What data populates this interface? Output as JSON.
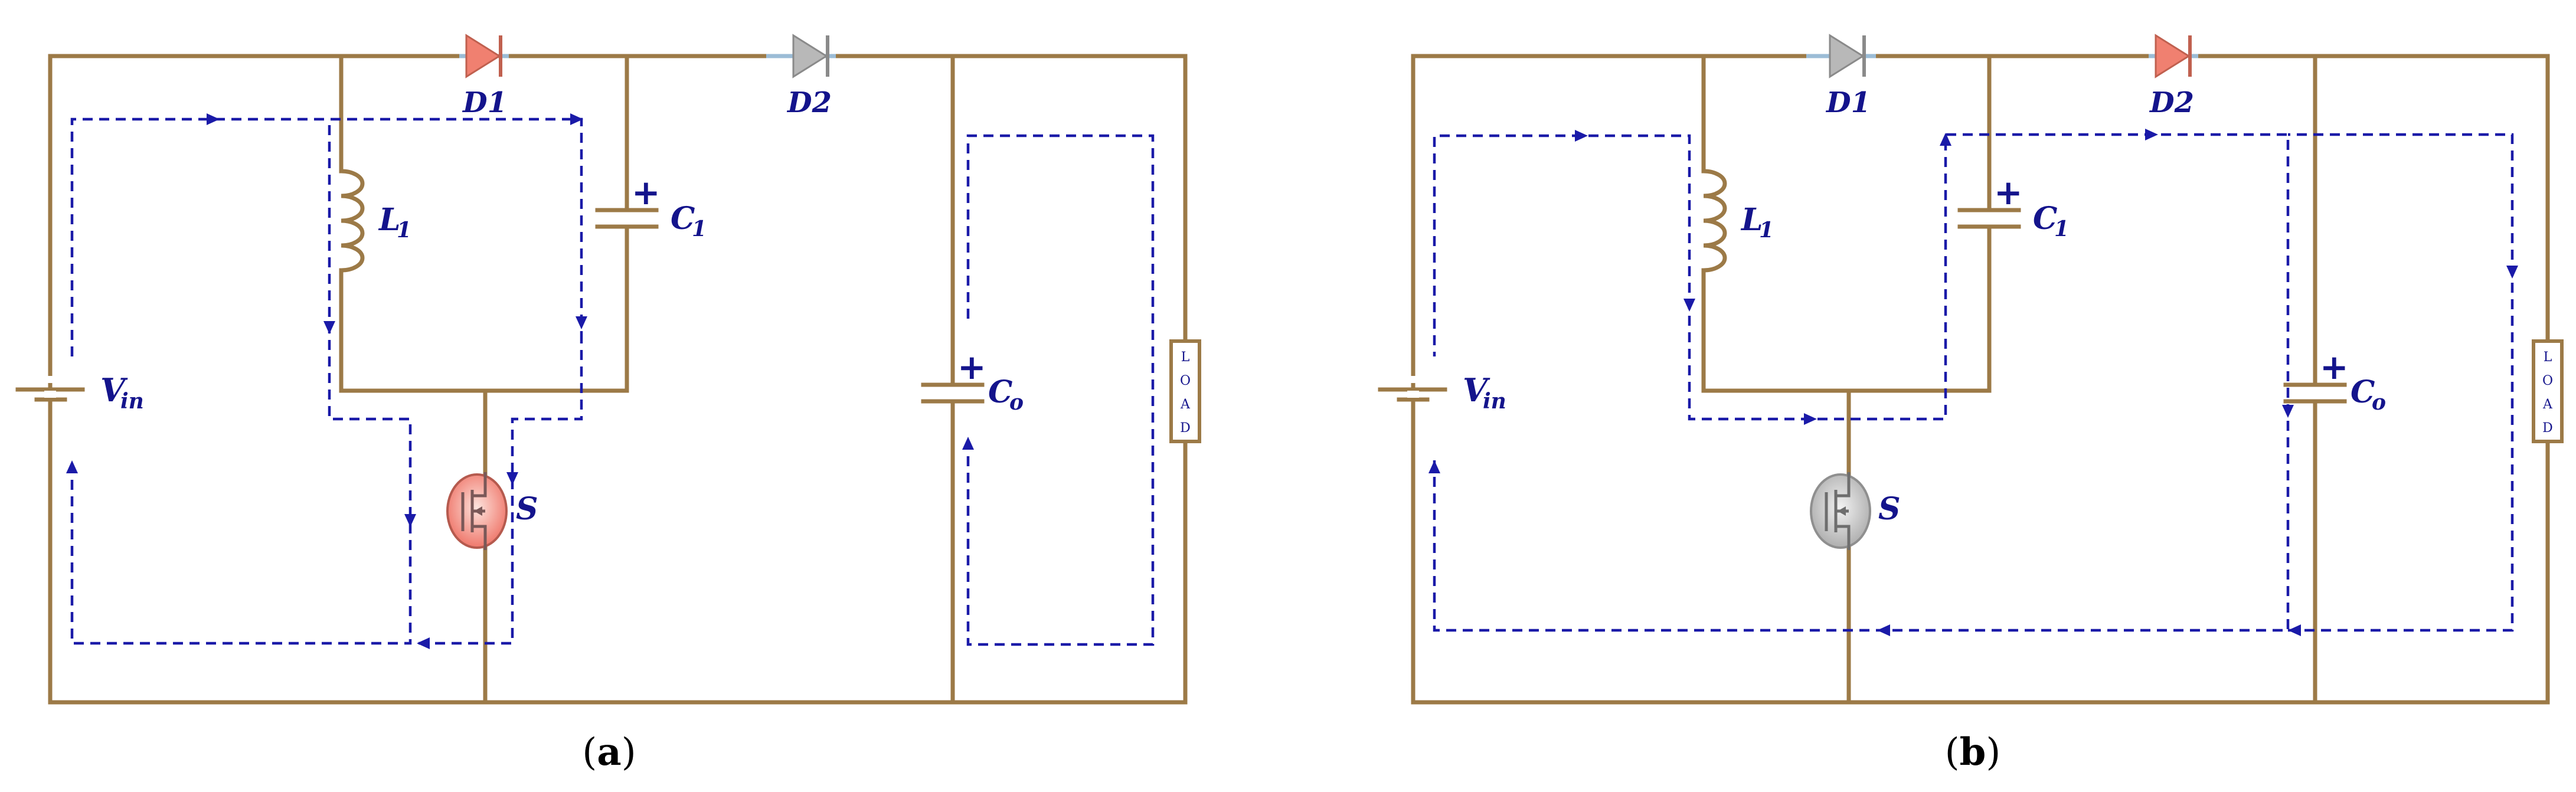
{
  "panels": [
    {
      "caption_open": "(",
      "caption_letter": "a",
      "caption_close": ")",
      "labels": {
        "vin_main": "V",
        "vin_sub": "in",
        "l1_main": "L",
        "l1_sub": "1",
        "c1_main": "C",
        "c1_sub": "1",
        "co_main": "C",
        "co_sub": "o",
        "d1": "D1",
        "d2": "D2",
        "switch": "S",
        "load": [
          "L",
          "O",
          "A",
          "D"
        ],
        "c1_plus": "+",
        "co_plus": "+"
      },
      "state": {
        "d1": "conducting",
        "d2": "blocking",
        "switch": "on"
      }
    },
    {
      "caption_open": "(",
      "caption_letter": "b",
      "caption_close": ")",
      "labels": {
        "vin_main": "V",
        "vin_sub": "in",
        "l1_main": "L",
        "l1_sub": "1",
        "c1_main": "C",
        "c1_sub": "1",
        "co_main": "C",
        "co_sub": "o",
        "d1": "D1",
        "d2": "D2",
        "switch": "S",
        "load": [
          "L",
          "O",
          "A",
          "D"
        ],
        "c1_plus": "+",
        "co_plus": "+"
      },
      "state": {
        "d1": "blocking",
        "d2": "conducting",
        "switch": "off"
      }
    }
  ],
  "colors": {
    "wire": "#9c7a47",
    "current_path": "#1a1aa8",
    "label_text": "#14148c",
    "active_component": "#f08070",
    "inactive_component": "#b8b8b8"
  }
}
